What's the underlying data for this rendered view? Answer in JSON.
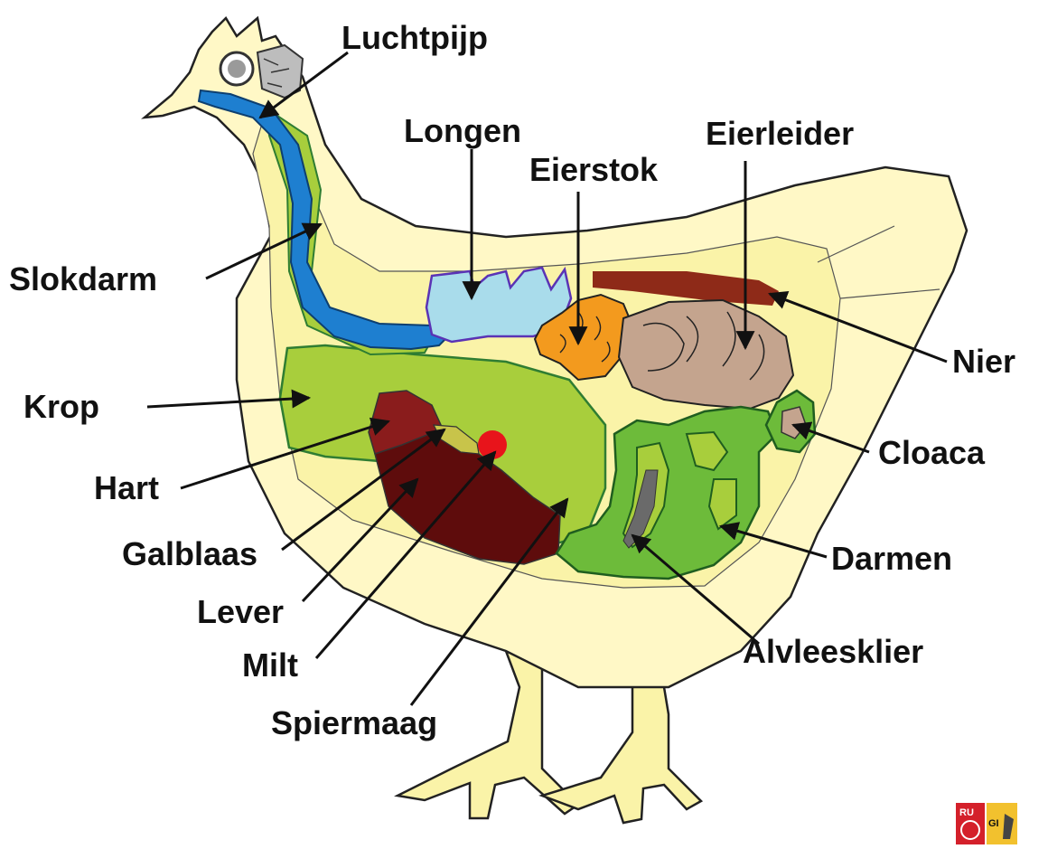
{
  "labels": {
    "trachea": "Luchtpijp",
    "lungs": "Longen",
    "ovary": "Eierstok",
    "oviduct": "Eierleider",
    "esophagus": "Slokdarm",
    "kidney": "Nier",
    "crop": "Krop",
    "cloaca": "Cloaca",
    "heart": "Hart",
    "gallbladder": "Galblaas",
    "intestines": "Darmen",
    "liver": "Lever",
    "spleen": "Milt",
    "pancreas": "Alvleesklier",
    "gizzard": "Spiermaag"
  },
  "logo": {
    "left": "RU",
    "right": "GI"
  },
  "colors": {
    "body": "#FFF8C6",
    "inner": "#FAF3A8",
    "esophagus": "#1E7FD0",
    "crop": "#A8CE3C",
    "lungs": "#A9DCEB",
    "ovary": "#F39A1E",
    "oviduct": "#C4A48E",
    "kidney": "#8E2A18",
    "liver": "#5E0C0C",
    "heart": "#8A1C1C",
    "spleen": "#E8141B",
    "gallbladder": "#C8C44A",
    "intestines": "#6DBB3A",
    "pancreas": "#6A6A6A"
  }
}
